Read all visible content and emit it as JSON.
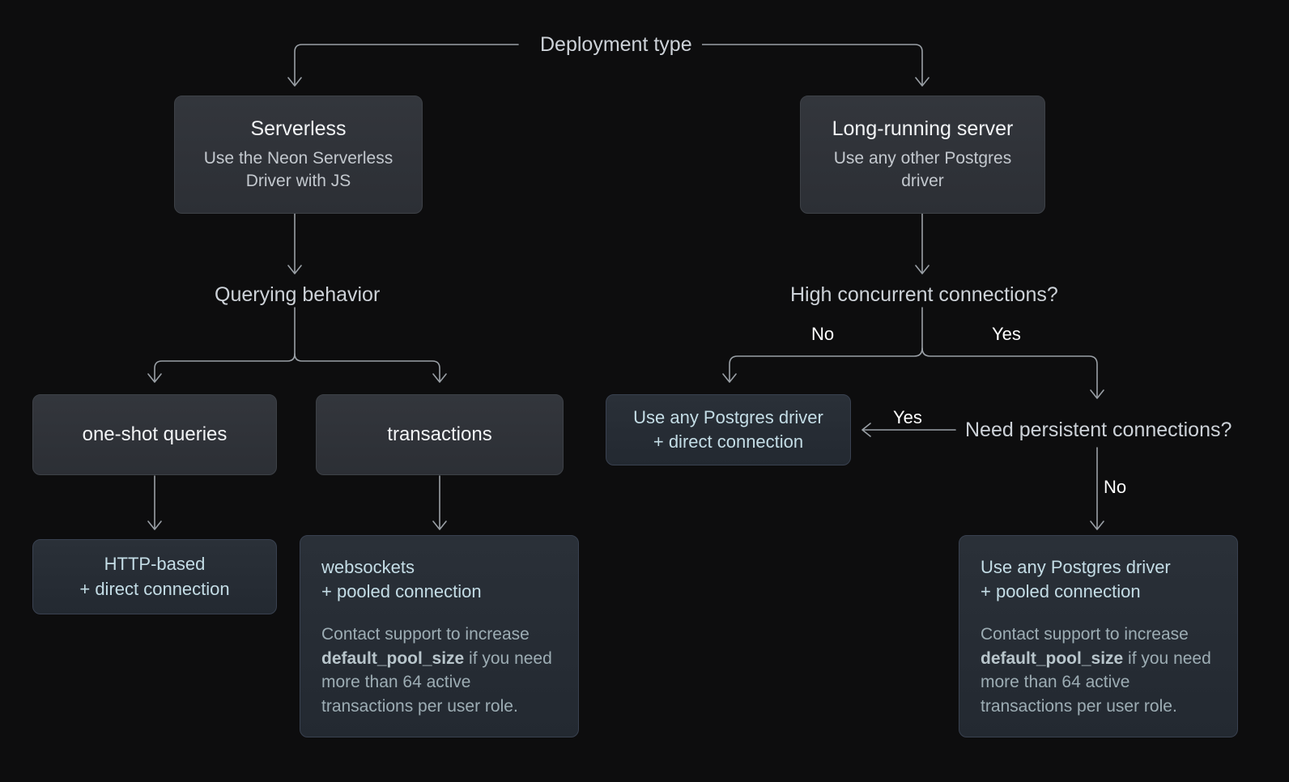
{
  "diagram": {
    "background": "#0d0d0e",
    "edge_color": "#9aa0a6",
    "accent_gray_box": "#2f3238",
    "accent_blue_box": "#262c34",
    "blue_text": "#c4dde6",
    "root_label": "Deployment type"
  },
  "nodes": {
    "serverless": {
      "title": "Serverless",
      "subtitle": "Use the Neon Serverless Driver with JS"
    },
    "long_running": {
      "title": "Long-running server",
      "subtitle": "Use any other Postgres driver"
    },
    "one_shot": {
      "title": "one-shot queries"
    },
    "transactions": {
      "title": "transactions"
    },
    "http_direct": {
      "line1": "HTTP-based",
      "line2": "+ direct connection"
    },
    "websockets_pooled": {
      "line1": "websockets",
      "line2": "+ pooled connection",
      "body_before": "Contact support to increase ",
      "body_code": "default_pool_size",
      "body_after": " if you need more than 64 active transactions per user role."
    },
    "pg_direct": {
      "line1": "Use any Postgres driver",
      "line2": "+ direct connection"
    },
    "pg_pooled": {
      "line1": "Use any Postgres driver",
      "line2": "+ pooled connection",
      "body_before": "Contact support to increase ",
      "body_code": "default_pool_size",
      "body_after": " if you need more than 64 active transactions per user role."
    }
  },
  "decisions": {
    "querying_behavior": "Querying behavior",
    "high_concurrent": "High concurrent connections?",
    "need_persistent": "Need persistent connections?"
  },
  "edge_labels": {
    "concurrent_no": "No",
    "concurrent_yes": "Yes",
    "persistent_yes": "Yes",
    "persistent_no": "No"
  }
}
